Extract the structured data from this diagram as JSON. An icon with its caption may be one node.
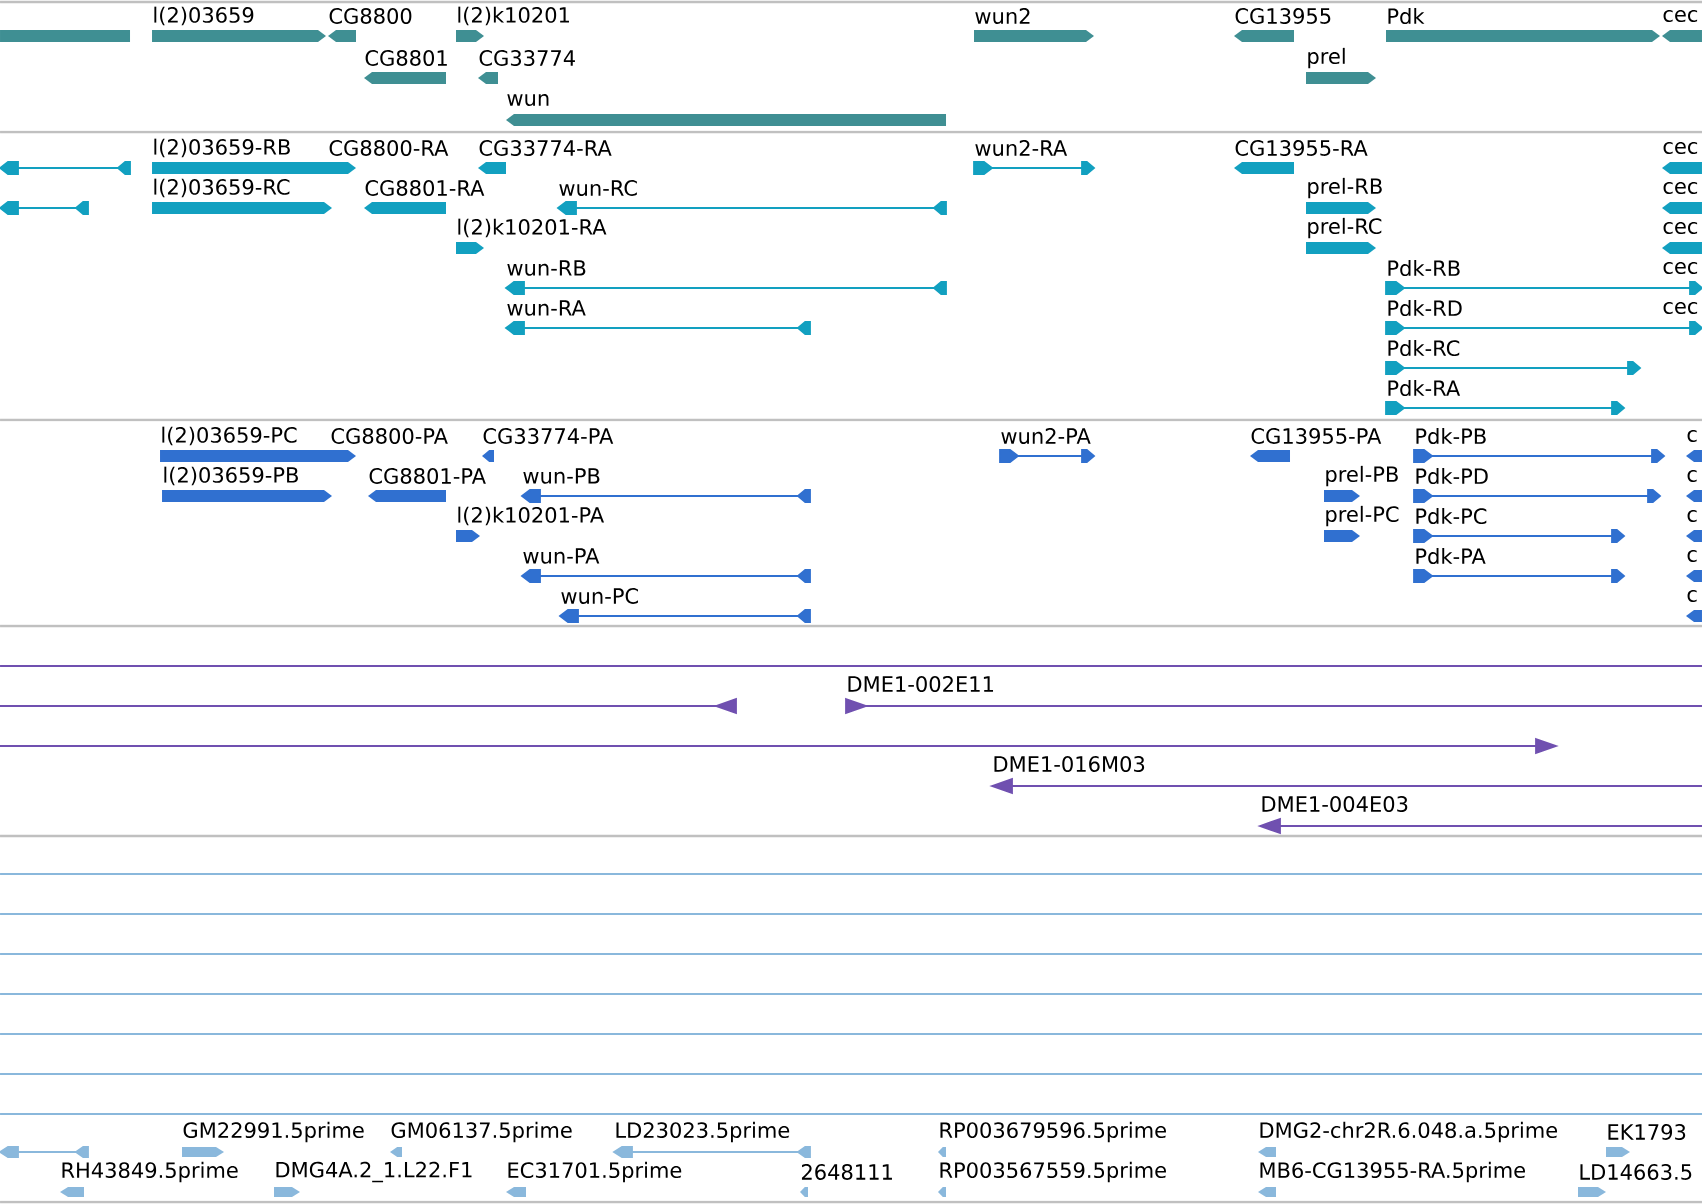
{
  "diagram": {
    "labels": [
      "l(2)03659",
      "CG8800",
      "l(2)k10201",
      "wun2",
      "CG13955",
      "Pdk",
      "cec",
      "CG8801",
      "CG33774",
      "prel",
      "wun",
      "l(2)03659-RB",
      "CG8800-RA",
      "CG33774-RA",
      "wun2-RA",
      "CG13955-RA",
      "cec",
      "l(2)03659-RC",
      "CG8801-RA",
      "wun-RC",
      "prel-RB",
      "cec",
      "l(2)k10201-RA",
      "prel-RC",
      "cec",
      "wun-RB",
      "Pdk-RB",
      "cec",
      "wun-RA",
      "Pdk-RD",
      "cec",
      "Pdk-RC",
      "Pdk-RA",
      "l(2)03659-PC",
      "CG8800-PA",
      "CG33774-PA",
      "wun2-PA",
      "CG13955-PA",
      "Pdk-PB",
      "c",
      "l(2)03659-PB",
      "CG8801-PA",
      "wun-PB",
      "prel-PB",
      "Pdk-PD",
      "c",
      "l(2)k10201-PA",
      "prel-PC",
      "Pdk-PC",
      "c",
      "wun-PA",
      "Pdk-PA",
      "c",
      "wun-PC",
      "c",
      "DME1-002E11",
      "DME1-016M03",
      "DME1-004E03",
      "GM22991.5prime",
      "GM06137.5prime",
      "LD23023.5prime",
      "RP003679596.5prime",
      "DMG2-chr2R.6.048.a.5prime",
      "EK1793",
      "RH43849.5prime",
      "DMG4A.2_1.L22.F1",
      "EC31701.5prime",
      "2648111",
      "RP003567559.5prime",
      "MB6-CG13955-RA.5prime",
      "LD14663.5"
    ]
  }
}
